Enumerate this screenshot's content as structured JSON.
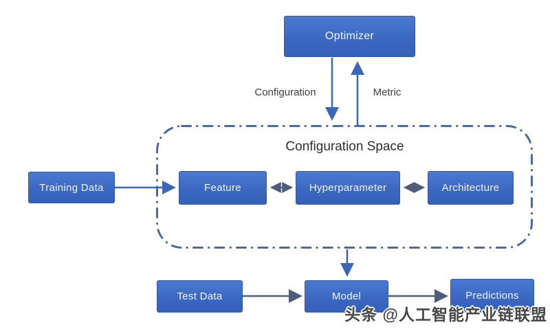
{
  "diagram": {
    "title": "Configuration Space",
    "nodes": {
      "optimizer": {
        "label": "Optimizer"
      },
      "training_data": {
        "label": "Training Data"
      },
      "feature": {
        "label": "Feature"
      },
      "hyperparameter": {
        "label": "Hyperparameter"
      },
      "architecture": {
        "label": "Architecture"
      },
      "test_data": {
        "label": "Test Data"
      },
      "model": {
        "label": "Model"
      },
      "predictions": {
        "label": "Predictions"
      }
    },
    "edge_labels": {
      "configuration": "Configuration",
      "metric": "Metric"
    },
    "edges": [
      "optimizer -> configuration_space (Configuration, down arrow)",
      "configuration_space -> optimizer (Metric, up arrow)",
      "training_data -> feature",
      "feature <-> hyperparameter",
      "hyperparameter <-> architecture",
      "configuration_space -> model",
      "test_data -> model",
      "model -> predictions"
    ],
    "colors": {
      "node_fill_top": "#4b79d0",
      "node_fill_bottom": "#3560b8",
      "node_text": "#f2f5fb",
      "dashed_border": "#4d69a3",
      "arrow_blue": "#3a67b8",
      "arrow_gray": "#4d5d7a",
      "label_text": "#3d3d3d",
      "title_text": "#2e2e2e"
    }
  },
  "watermark": {
    "text": "头条 @人工智能产业链联盟"
  }
}
